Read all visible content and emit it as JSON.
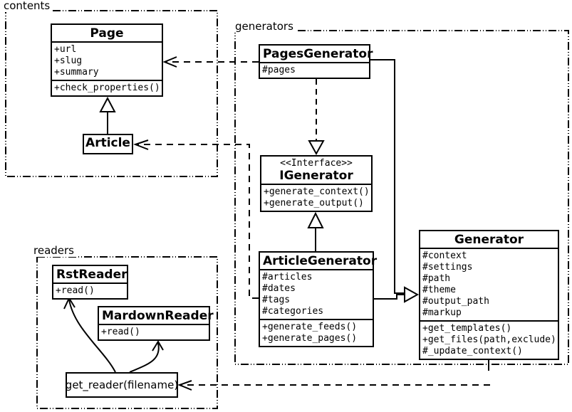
{
  "colors": {
    "ink": "#000000",
    "paper": "#ffffff"
  },
  "packages": {
    "contents": {
      "label": "contents"
    },
    "generators": {
      "label": "generators"
    },
    "readers": {
      "label": "readers"
    }
  },
  "classes": {
    "page": {
      "title": "Page",
      "attributes": [
        "+url",
        "+slug",
        "+summary"
      ],
      "methods": [
        "+check_properties()"
      ]
    },
    "article": {
      "title": "Article"
    },
    "pages_generator": {
      "title": "PagesGenerator",
      "attributes": [
        "#pages"
      ]
    },
    "igenerator": {
      "stereotype": "<<Interface>>",
      "title": "IGenerator",
      "methods": [
        "+generate_context()",
        "+generate_output()"
      ]
    },
    "article_generator": {
      "title": "ArticleGenerator",
      "attributes": [
        "#articles",
        "#dates",
        "#tags",
        "#categories"
      ],
      "methods": [
        "+generate_feeds()",
        "+generate_pages()"
      ]
    },
    "generator": {
      "title": "Generator",
      "attributes": [
        "#context",
        "#settings",
        "#path",
        "#theme",
        "#output_path",
        "#markup"
      ],
      "methods": [
        "+get_templates()",
        "+get_files(path,exclude)",
        "#_update_context()"
      ]
    },
    "rst_reader": {
      "title": "RstReader",
      "methods": [
        "+read()"
      ]
    },
    "markdown_reader": {
      "title": "MardownReader",
      "methods": [
        "+read()"
      ]
    },
    "get_reader": {
      "label": "get_reader(filename)"
    }
  },
  "relationships": [
    {
      "from": "Article",
      "to": "Page",
      "type": "inheritance"
    },
    {
      "from": "PagesGenerator",
      "to": "Page",
      "type": "dependency"
    },
    {
      "from": "ArticleGenerator",
      "to": "Article",
      "type": "dependency"
    },
    {
      "from": "PagesGenerator",
      "to": "IGenerator",
      "type": "realization"
    },
    {
      "from": "ArticleGenerator",
      "to": "IGenerator",
      "type": "inheritance"
    },
    {
      "from": "PagesGenerator",
      "to": "Generator",
      "type": "inheritance"
    },
    {
      "from": "ArticleGenerator",
      "to": "Generator",
      "type": "inheritance"
    },
    {
      "from": "Generator",
      "to": "get_reader(filename)",
      "type": "dependency"
    },
    {
      "from": "get_reader(filename)",
      "to": "RstReader",
      "type": "call"
    },
    {
      "from": "get_reader(filename)",
      "to": "MardownReader",
      "type": "call"
    }
  ]
}
